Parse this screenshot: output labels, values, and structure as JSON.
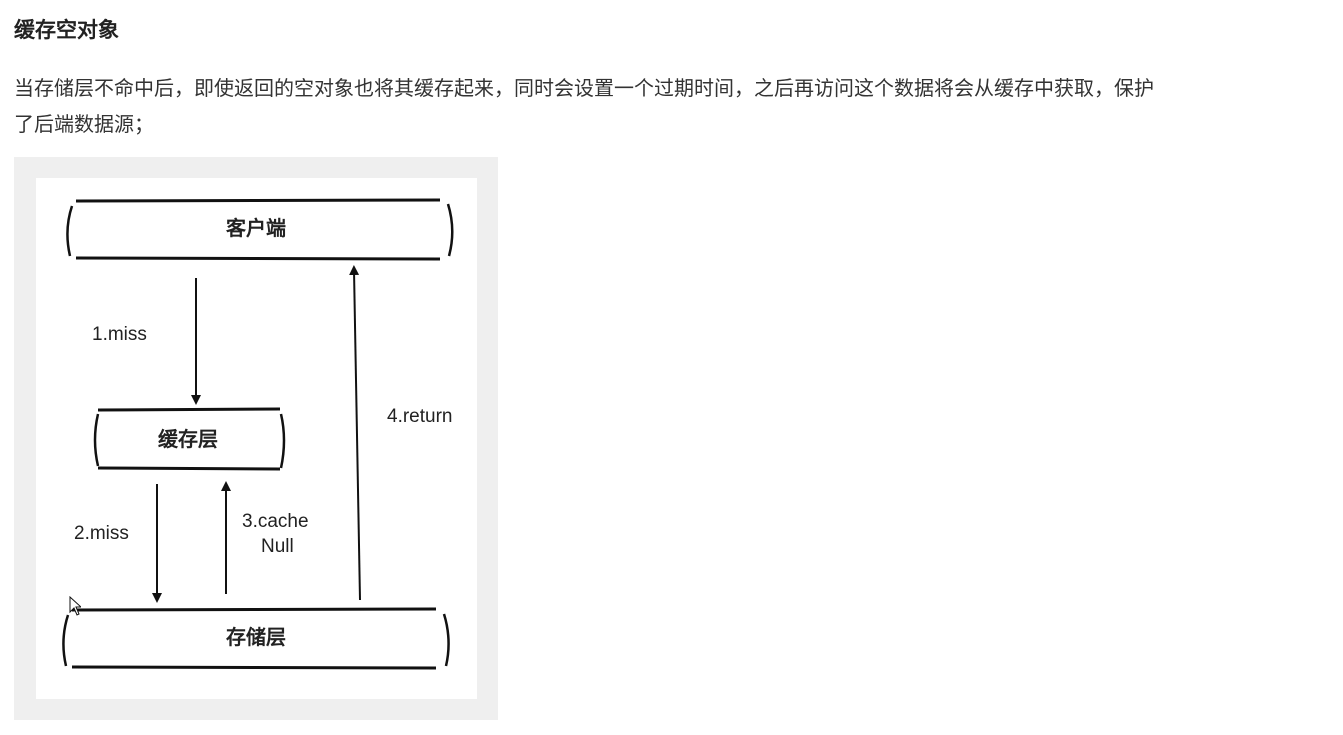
{
  "section": {
    "title": "缓存空对象",
    "paragraph_line1": "当存储层不命中后，即使返回的空对象也将其缓存起来，同时会设置一个过期时间，之后再访问这个数据将会从缓存中获取，保护",
    "paragraph_line2": "了后端数据源；"
  },
  "diagram": {
    "client_label": "客户端",
    "cache_label": "缓存层",
    "storage_label": "存储层",
    "step1": "1.miss",
    "step2": "2.miss",
    "step3_line1": "3.cache",
    "step3_line2": "Null",
    "step4": "4.return"
  },
  "colors": {
    "stroke": "#111111",
    "frame_background": "#efefef",
    "text": "#333333"
  }
}
